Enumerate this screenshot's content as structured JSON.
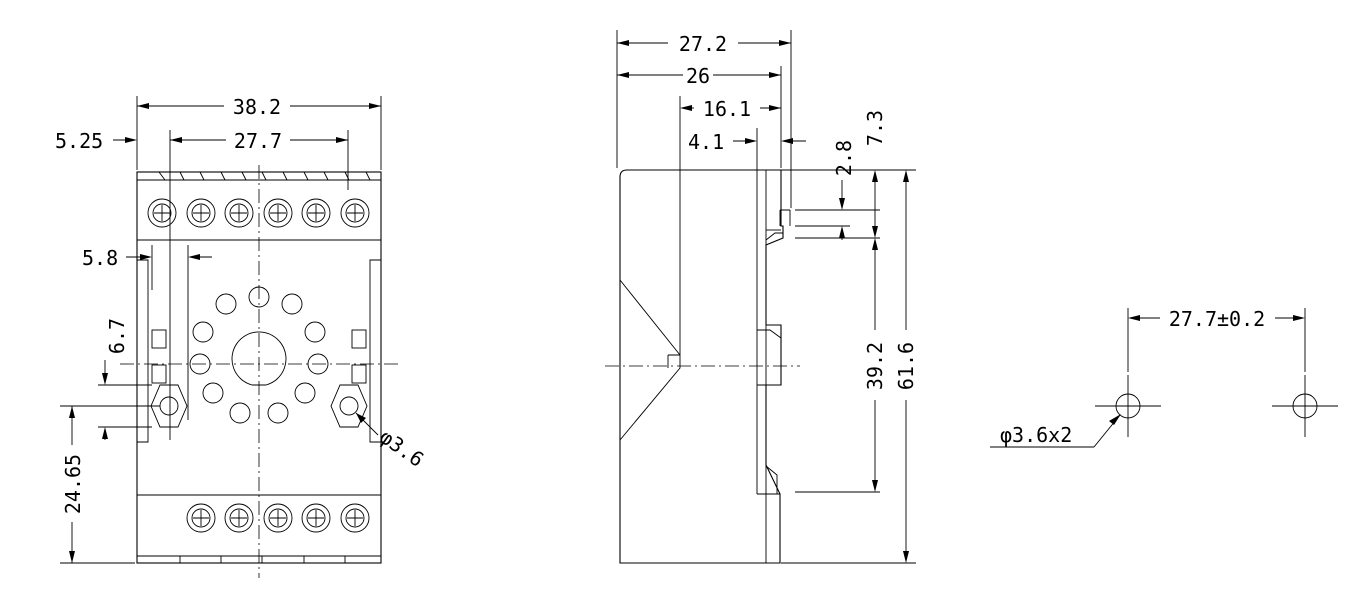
{
  "front_view": {
    "dim_overall_width": "38.2",
    "dim_terminal_pitch_total": "27.7",
    "dim_left_offset": "5.25",
    "dim_terminal_offset": "5.8",
    "dim_hole_offset": "6.7",
    "dim_hole_to_bottom": "24.65",
    "dim_hole_diameter": "φ3.6"
  },
  "side_view": {
    "dim_total_depth": "27.2",
    "dim_body_depth": "26",
    "dim_rail_depth": "16.1",
    "dim_step": "4.1",
    "dim_tab_height": "2.8",
    "dim_tab_offset": "7.3",
    "dim_hook_spacing": "39.2",
    "dim_overall_height": "61.6"
  },
  "mounting_pattern": {
    "dim_hole_spacing": "27.7±0.2",
    "dim_hole_callout": "φ3.6x2"
  }
}
